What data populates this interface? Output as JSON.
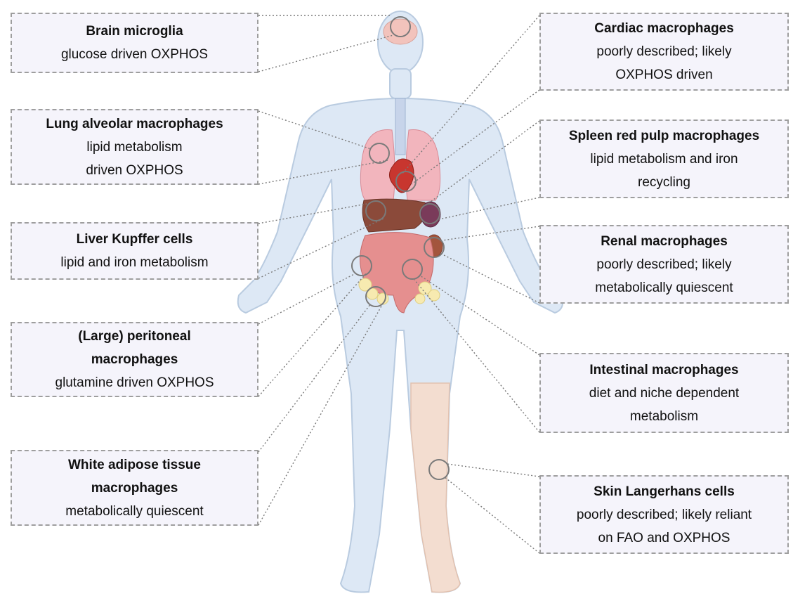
{
  "figure": {
    "labels": [
      {
        "id": "brain",
        "title": "Brain microglia",
        "description": "glucose driven OXPHOS"
      },
      {
        "id": "lung",
        "title": "Lung alveolar macrophages",
        "description": "lipid metabolism\ndriven OXPHOS"
      },
      {
        "id": "liver",
        "title": "Liver Kupffer cells",
        "description": "lipid and iron metabolism"
      },
      {
        "id": "peritoneal",
        "title": "(Large) peritoneal\nmacrophages",
        "description": "glutamine driven OXPHOS"
      },
      {
        "id": "adipose",
        "title": "White adipose tissue\nmacrophages",
        "description": "metabolically quiescent"
      },
      {
        "id": "cardiac",
        "title": "Cardiac macrophages",
        "description": "poorly described; likely\nOXPHOS driven"
      },
      {
        "id": "spleen",
        "title": "Spleen red pulp macrophages",
        "description": "lipid metabolism and iron\nrecycling"
      },
      {
        "id": "renal",
        "title": "Renal macrophages",
        "description": "poorly described; likely\nmetabolically quiescent"
      },
      {
        "id": "intestinal",
        "title": "Intestinal macrophages",
        "description": "diet and niche dependent\nmetabolism"
      },
      {
        "id": "skin",
        "title": "Skin Langerhans cells",
        "description": "poorly described; likely reliant\non FAO and OXPHOS"
      }
    ]
  },
  "colors": {
    "body_fill": "#dde8f5",
    "body_stroke": "#b9cbe0",
    "box_fill": "#f5f4fb",
    "box_border": "#9e9e9e",
    "lung": "#f2b5bd",
    "liver": "#8b4a3a",
    "intestine": "#e58f8f",
    "adipose": "#f7eab0",
    "skin_leg": "#f3ddd0",
    "heart": "#c8362f",
    "brain": "#f2c3bc",
    "marker_circle": "#7a7a7a",
    "connector": "#7a7a7a"
  }
}
